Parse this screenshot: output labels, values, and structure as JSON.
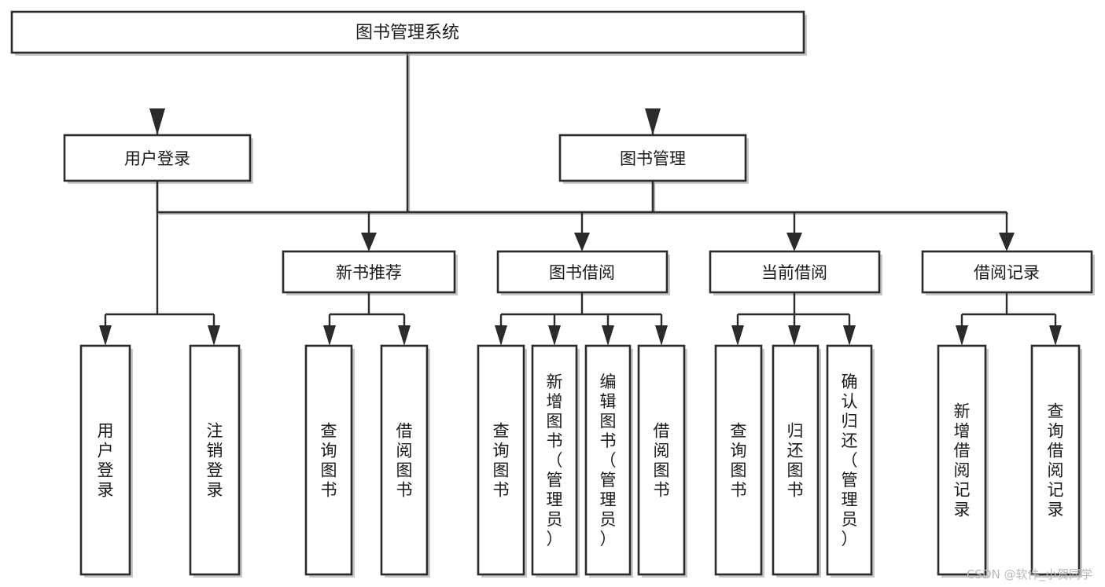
{
  "diagram": {
    "type": "tree-hierarchy",
    "title": "图书管理系统",
    "orientation": "top-down",
    "colors": {
      "box_stroke": "#2b2b2b",
      "box_fill": "#ffffff",
      "connector": "#2b2b2b",
      "shadow": "#9a9a9a",
      "text": "#1a1a1a",
      "watermark": "#b9b9b9",
      "background": "#ffffff"
    },
    "root": {
      "id": "root",
      "label": "图书管理系统"
    },
    "level1": [
      {
        "id": "user-login",
        "label": "用户登录"
      },
      {
        "id": "book-manage",
        "label": "图书管理"
      }
    ],
    "level2": [
      {
        "id": "new-book-recommend",
        "label": "新书推荐",
        "parent": "book-manage"
      },
      {
        "id": "book-borrow",
        "label": "图书借阅",
        "parent": "book-manage"
      },
      {
        "id": "current-borrow",
        "label": "当前借阅",
        "parent": "book-manage"
      },
      {
        "id": "borrow-record",
        "label": "借阅记录",
        "parent": "book-manage"
      }
    ],
    "leaves": [
      {
        "id": "leaf-user-login",
        "label": "用户登录",
        "parent": "user-login"
      },
      {
        "id": "leaf-logout",
        "label": "注销登录",
        "parent": "user-login"
      },
      {
        "id": "leaf-query-book-1",
        "label": "查询图书",
        "parent": "new-book-recommend"
      },
      {
        "id": "leaf-borrow-book-1",
        "label": "借阅图书",
        "parent": "new-book-recommend"
      },
      {
        "id": "leaf-query-book-2",
        "label": "查询图书",
        "parent": "book-borrow"
      },
      {
        "id": "leaf-add-book",
        "label": "新增图书（管理员）",
        "parent": "book-borrow"
      },
      {
        "id": "leaf-edit-book",
        "label": "编辑图书（管理员）",
        "parent": "book-borrow"
      },
      {
        "id": "leaf-borrow-book-2",
        "label": "借阅图书",
        "parent": "book-borrow"
      },
      {
        "id": "leaf-query-book-3",
        "label": "查询图书",
        "parent": "current-borrow"
      },
      {
        "id": "leaf-return-book",
        "label": "归还图书",
        "parent": "current-borrow"
      },
      {
        "id": "leaf-confirm-return",
        "label": "确认归还（管理员）",
        "parent": "current-borrow"
      },
      {
        "id": "leaf-add-record",
        "label": "新增借阅记录",
        "parent": "borrow-record"
      },
      {
        "id": "leaf-query-record",
        "label": "查询借阅记录",
        "parent": "borrow-record"
      }
    ],
    "watermark": "CSDN @软件_小贺同学"
  }
}
